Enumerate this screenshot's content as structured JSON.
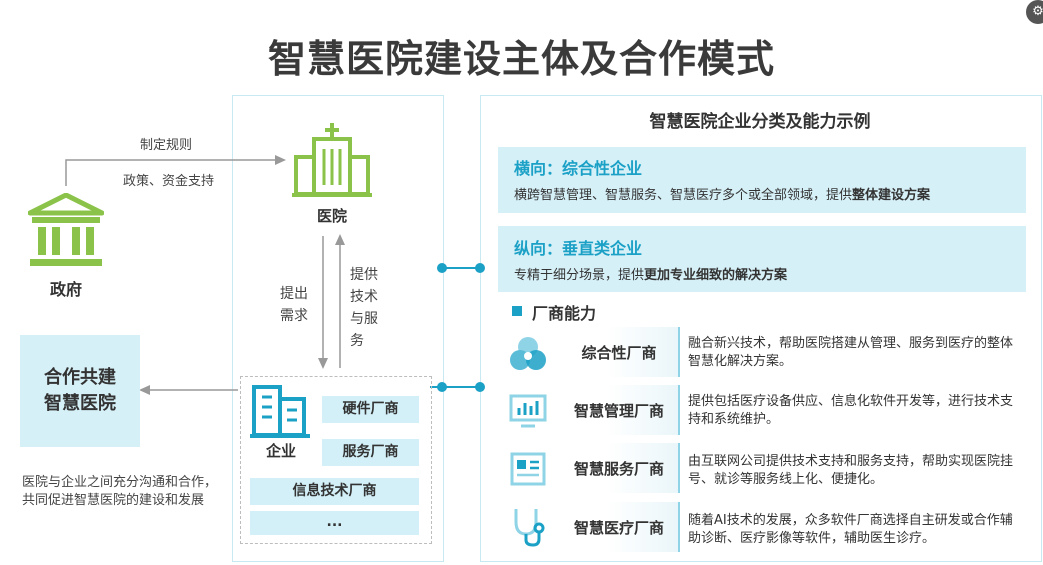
{
  "title": "智慧医院建设主体及合作模式",
  "government": {
    "label": "政府",
    "arrow_top_label": "制定规则",
    "arrow_bottom_label": "政策、资金支持"
  },
  "hospital": {
    "label": "医院",
    "request_label": "提出需求",
    "provide_label": "提供技术与服务"
  },
  "enterprise": {
    "label": "企业",
    "vendors": [
      "硬件厂商",
      "服务厂商",
      "信息技术厂商",
      "..."
    ]
  },
  "cooperation": {
    "line1": "合作共建",
    "line2": "智慧医院",
    "description": "医院与企业之间充分沟通和合作，共同促进智慧医院的建设和发展"
  },
  "right_panel": {
    "title": "智慧医院企业分类及能力示例",
    "horizontal": {
      "title": "横向：综合性企业",
      "desc_prefix": "横跨智慧管理、智慧服务、智慧医疗多个或全部领域，提供",
      "desc_bold": "整体建设方案"
    },
    "vertical": {
      "title": "纵向：垂直类企业",
      "desc_prefix": "专精于细分场景，提供",
      "desc_bold": "更加专业细致的解决方案"
    },
    "capability_header": "厂商能力",
    "capabilities": [
      {
        "name": "综合性厂商",
        "icon": "hexagon-cluster-icon",
        "desc": "融合新兴技术，帮助医院搭建从管理、服务到医疗的整体智慧化解决方案。"
      },
      {
        "name": "智慧管理厂商",
        "icon": "monitor-chart-icon",
        "desc": "提供包括医疗设备供应、信息化软件开发等，进行技术支持和系统维护。"
      },
      {
        "name": "智慧服务厂商",
        "icon": "document-list-icon",
        "desc": "由互联网公司提供技术支持和服务支持，帮助实现医院挂号、就诊等服务线上化、便捷化。"
      },
      {
        "name": "智慧医疗厂商",
        "icon": "stethoscope-icon",
        "desc": "随着AI技术的发展，众多软件厂商选择自主研发或合作辅助诊断、医疗影像等软件，辅助医生诊疗。"
      }
    ]
  },
  "watermark": "众多软件厂商选择",
  "colors": {
    "green": "#8bc34a",
    "blue": "#1ba0c6",
    "light_blue": "#d6f0f8",
    "gray": "#888888"
  }
}
